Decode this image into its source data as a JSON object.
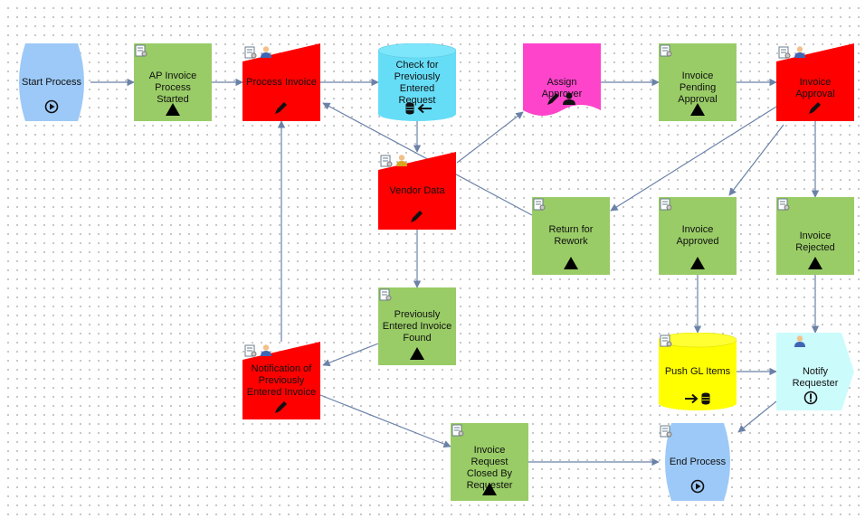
{
  "colors": {
    "event": "#9cc9f7",
    "milestone": "#99cc66",
    "manual_task": "#ff0000",
    "data_store": "#66ddf7",
    "decision": "#ff44cc",
    "push": "#ffff00",
    "notify": "#ccfbfc",
    "connector": "#6b82a8"
  },
  "nodes": {
    "start_process": {
      "label": "Start Process",
      "icon": "play-icon"
    },
    "ap_invoice_started": {
      "label": "AP Invoice\nProcess Started",
      "icon": "triangle-icon"
    },
    "process_invoice": {
      "label": "Process Invoice",
      "icon": "pencil-icon"
    },
    "check_previously_entered": {
      "label": "Check for\nPreviously\nEntered\nRequest",
      "icon": "database-arrow-icon"
    },
    "assign_approver": {
      "label": "Assign Approver",
      "icon": "pencil-user-icon"
    },
    "invoice_pending_approval": {
      "label": "Invoice Pending\nApproval",
      "icon": "triangle-icon"
    },
    "invoice_approval": {
      "label": "Invoice Approval",
      "icon": "pencil-icon"
    },
    "vendor_data": {
      "label": "Vendor Data",
      "icon": "pencil-icon"
    },
    "return_for_rework": {
      "label": "Return for\nRework",
      "icon": "triangle-icon"
    },
    "invoice_approved": {
      "label": "Invoice\nApproved",
      "icon": "triangle-icon"
    },
    "invoice_rejected": {
      "label": "Invoice Rejected",
      "icon": "triangle-icon"
    },
    "previously_entered_found": {
      "label": "Previously\nEntered Invoice\nFound",
      "icon": "triangle-icon"
    },
    "notification_previously_entered": {
      "label": "Notification of\nPreviously\nEntered Invoice",
      "icon": "pencil-icon"
    },
    "push_gl_items": {
      "label": "Push GL Items",
      "icon": "arrow-database-icon"
    },
    "notify_requester": {
      "label": "Notify Requester",
      "icon": "alert-icon"
    },
    "invoice_request_closed": {
      "label": "Invoice Request\nClosed By\nRequester",
      "icon": "triangle-icon"
    },
    "end_process": {
      "label": "End Process",
      "icon": "play-icon"
    }
  }
}
